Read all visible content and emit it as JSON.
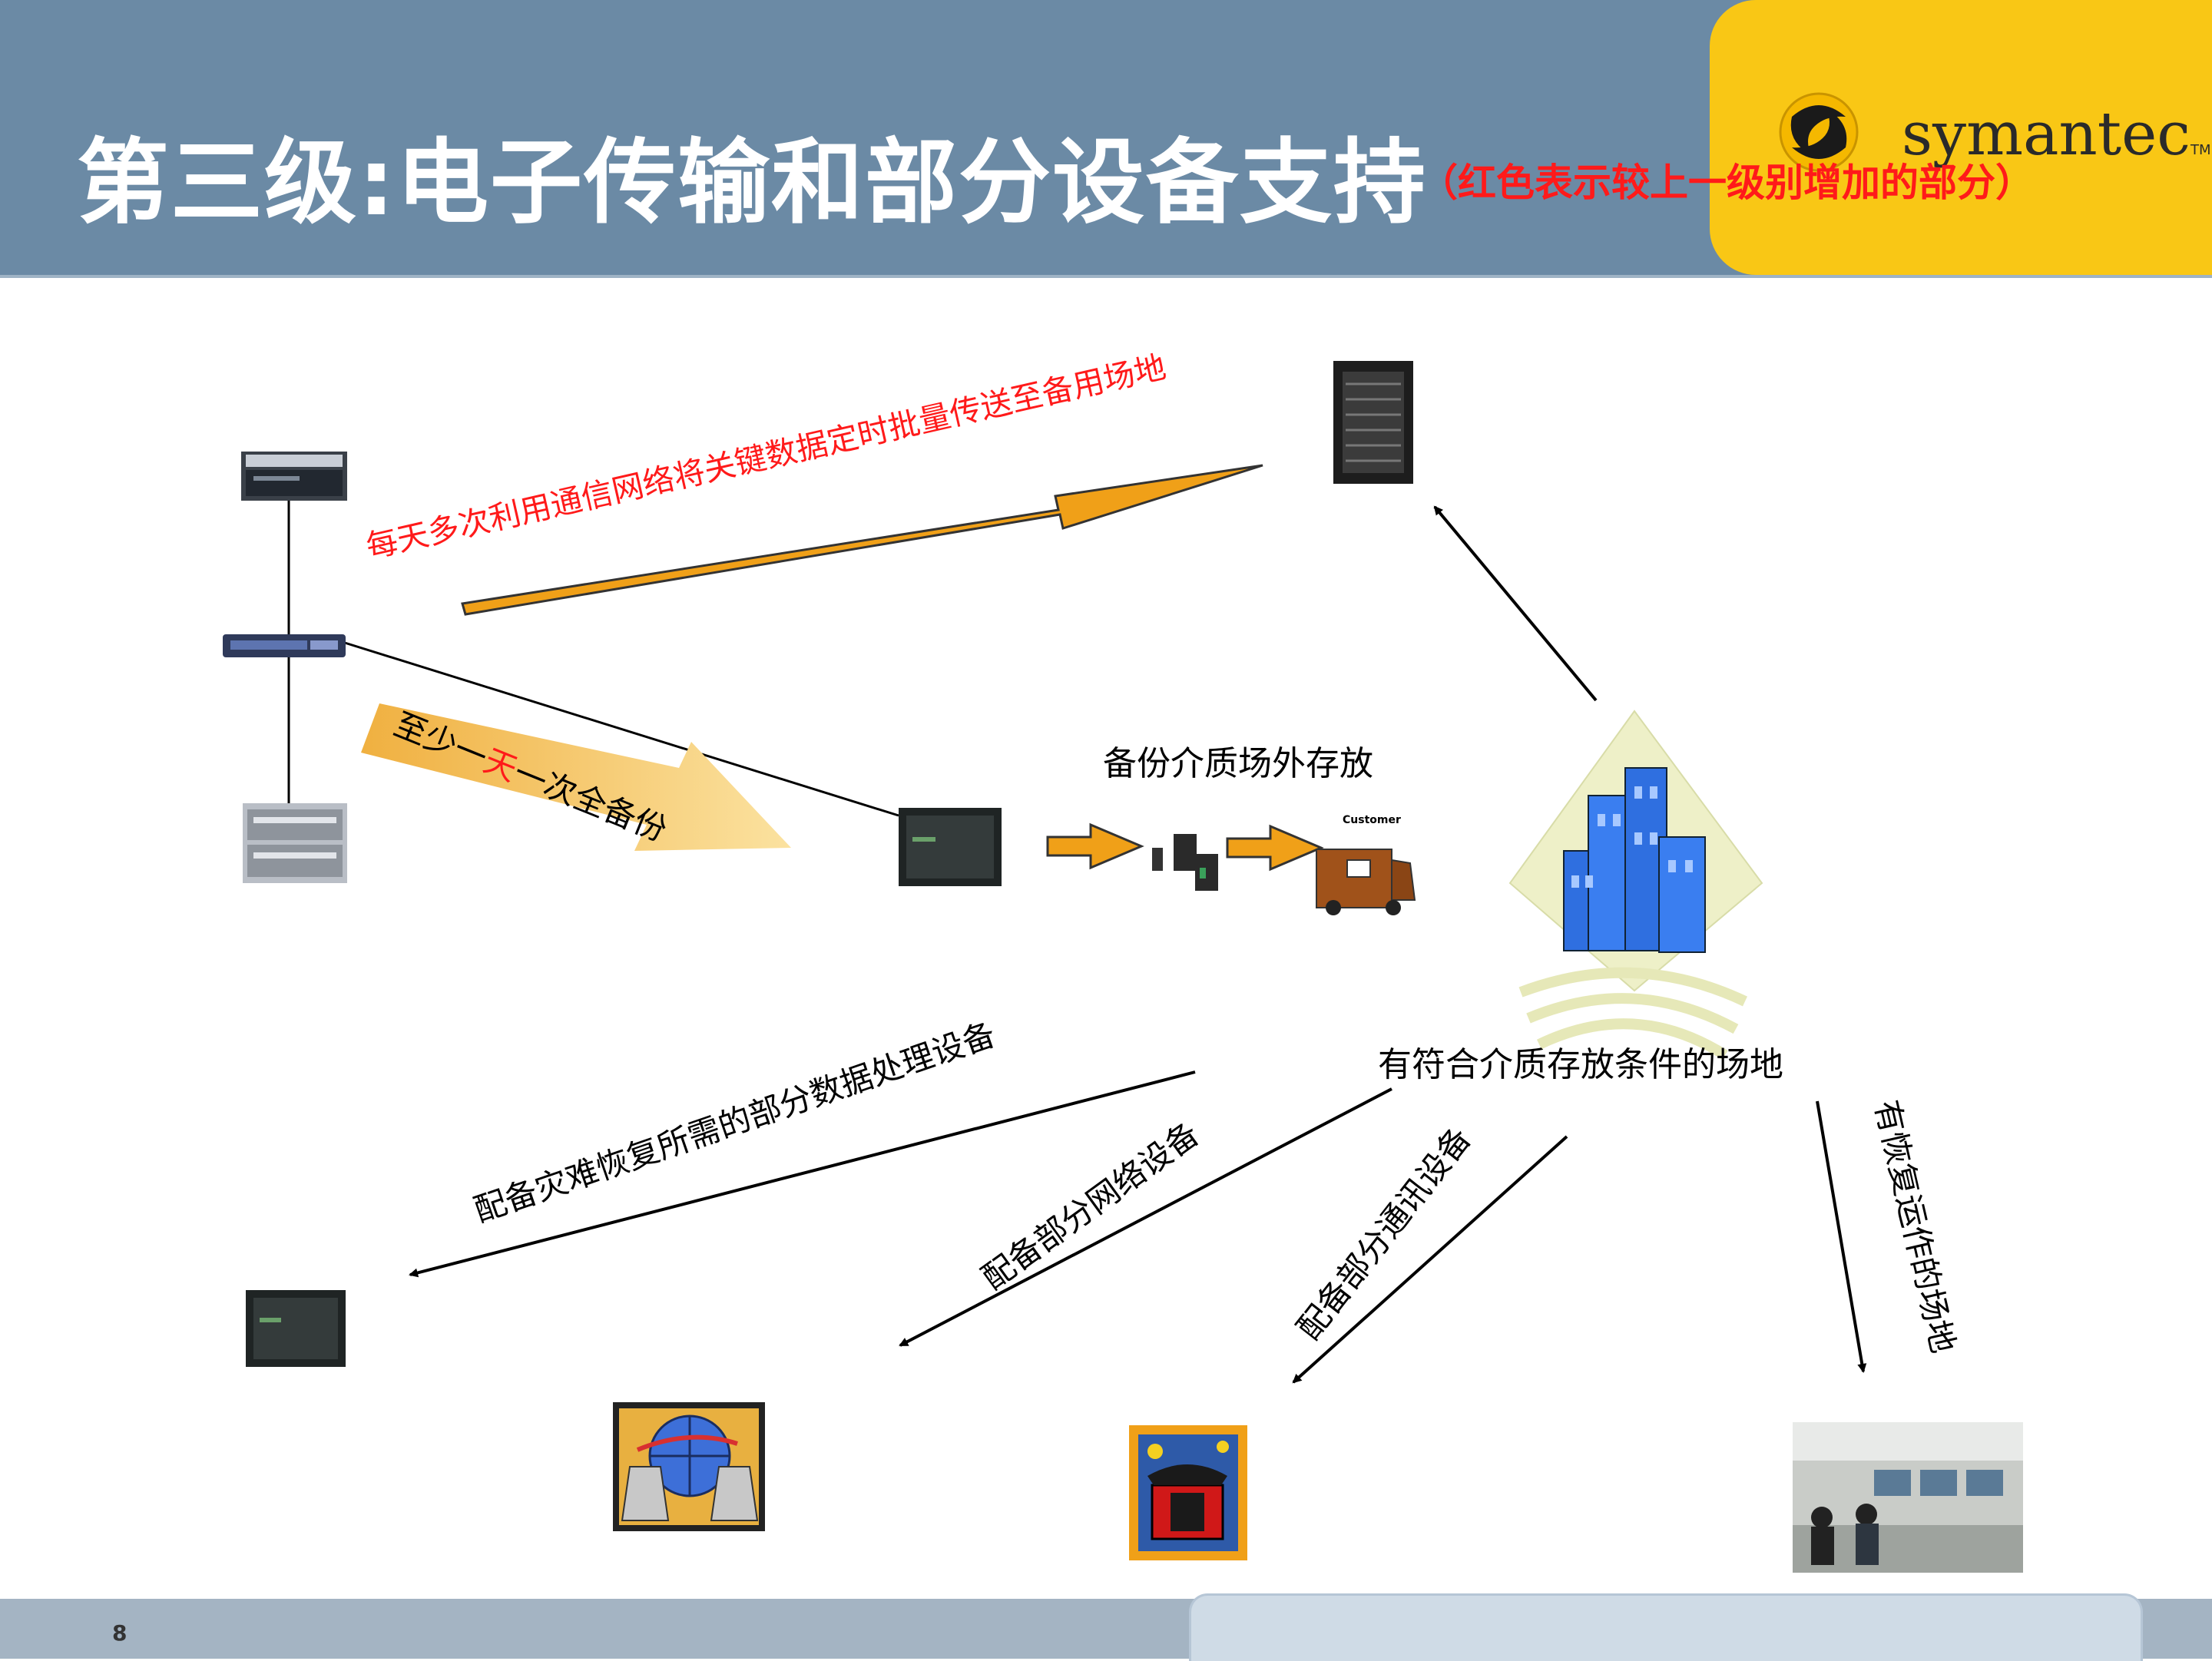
{
  "header": {
    "title": "第三级:电子传输和部分设备支持",
    "subtitle": "（红色表示较上一级别增加的部分）",
    "logo_text": "symantec",
    "logo_tm": "TM"
  },
  "labels": {
    "daily_transfer": "每天多次利用通信网络将关键数据定时批量传送至备用场地",
    "full_backup_pre": "至少一",
    "full_backup_red": "天",
    "full_backup_post": "一次全备份",
    "offsite_storage": "备份介质场外存放",
    "storage_site": "有符合介质存放条件的场地",
    "dr_processing": "配备灾难恢复所需的部分数据处理设备",
    "network_equipment": "配备部分网络设备",
    "comm_equipment": "配备部分通讯设备",
    "recovery_site": "有恢复运作的场地",
    "truck_label": "Customer"
  },
  "colors": {
    "header_bg": "#6b8aa5",
    "logo_bg": "#f9c715",
    "accent_red": "#ff1a1a",
    "arrow_orange": "#f0a018",
    "building_blue": "#2f6fe0"
  },
  "footer": {
    "page_number": "8"
  }
}
